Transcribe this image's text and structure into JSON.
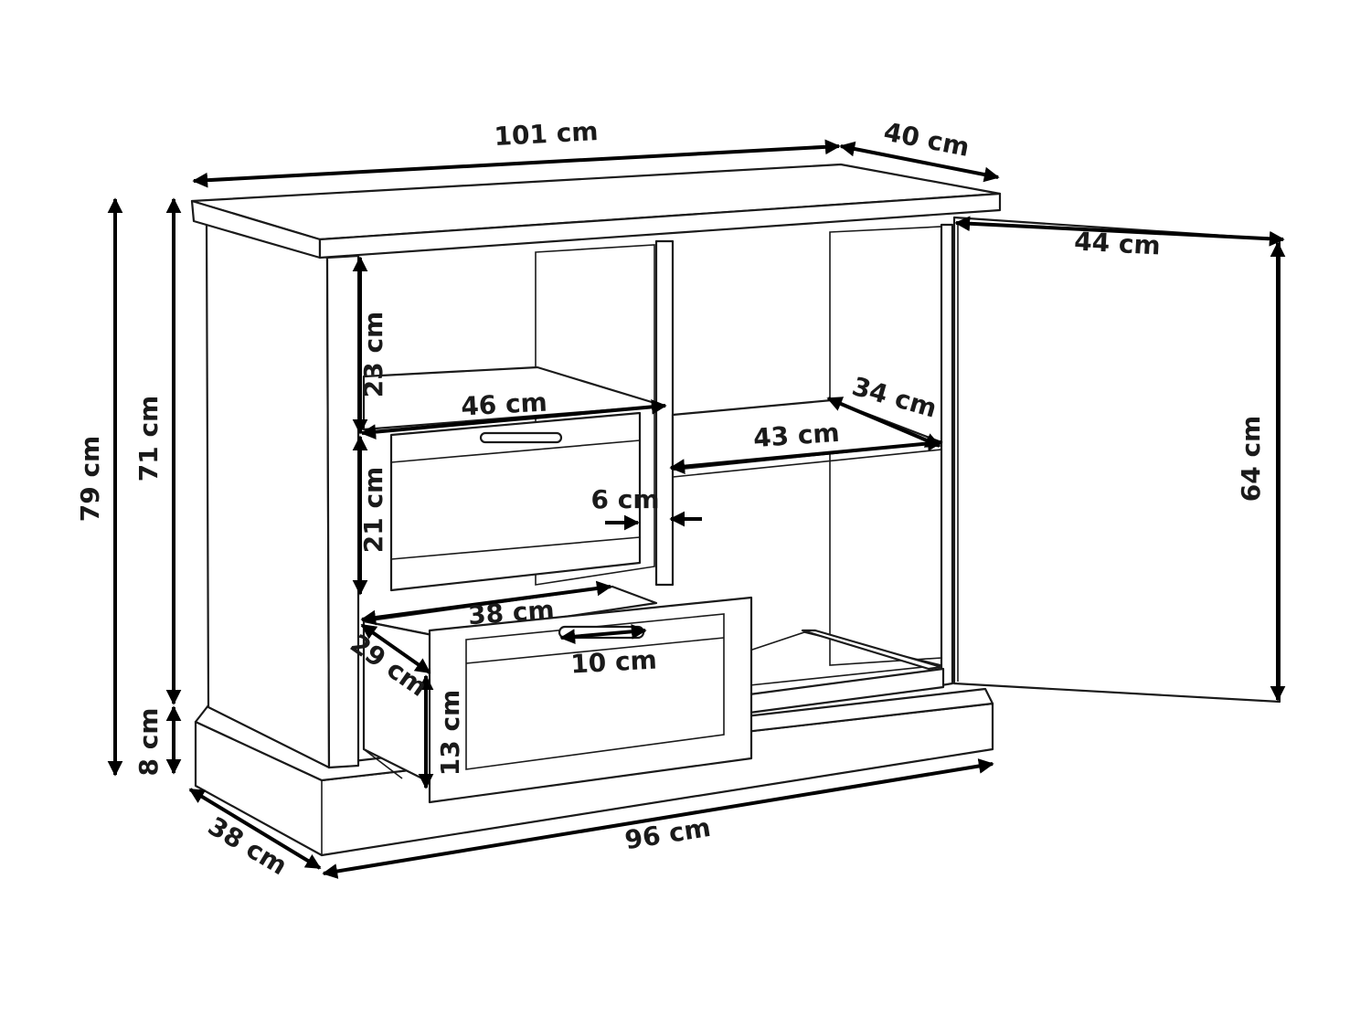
{
  "dimensions": {
    "top_width": "101 cm",
    "top_depth": "40 cm",
    "door_width": "44 cm",
    "door_height": "64 cm",
    "total_height": "79 cm",
    "body_height": "71 cm",
    "base_height": "8 cm",
    "base_depth": "38 cm",
    "base_width": "96 cm",
    "upper_compartment_height": "23 cm",
    "upper_drawer_width": "46 cm",
    "upper_drawer_height": "21 cm",
    "front_thickness": "6 cm",
    "shelf_width": "43 cm",
    "shelf_depth": "34 cm",
    "lower_drawer_width": "38 cm",
    "lower_drawer_depth": "29 cm",
    "lower_drawer_height": "13 cm",
    "handle_width": "10 cm"
  }
}
